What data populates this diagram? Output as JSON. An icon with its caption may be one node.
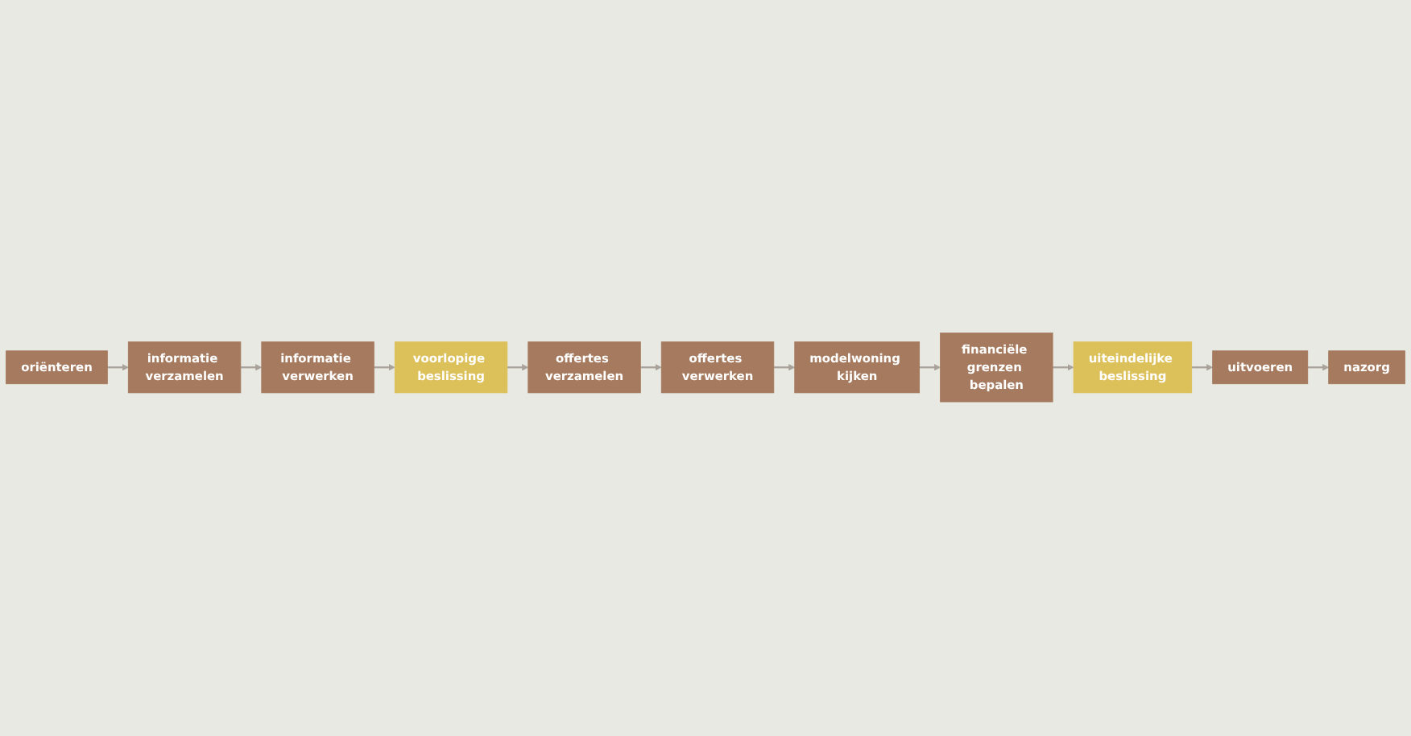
{
  "diagram": {
    "nodes": [
      {
        "text": [
          "oriënteren"
        ]
      },
      {
        "text": [
          "informatie verzamelen"
        ]
      },
      {
        "text": [
          "informatie verwerken"
        ]
      },
      {
        "text": [
          "voorlopige beslissing"
        ]
      },
      {
        "text": [
          "offertes verzamelen"
        ]
      },
      {
        "text": [
          "offertes verwerken"
        ]
      },
      {
        "text": [
          "modelwoning kijken"
        ]
      },
      {
        "text": [
          "financiële grenzen bepalen"
        ]
      },
      {
        "text": [
          "uiteindelijke beslissing"
        ]
      },
      {
        "text": [
          "uitvoeren"
        ]
      },
      {
        "text": [
          "nazorg"
        ]
      }
    ],
    "edges": [
      {
        "from": 0,
        "to": 1,
        "arrow": "to"
      },
      {
        "from": 1,
        "to": 2,
        "arrow": "to"
      },
      {
        "from": 2,
        "to": 3,
        "arrow": "to"
      },
      {
        "from": 3,
        "to": 4,
        "arrow": "to"
      },
      {
        "from": 4,
        "to": 5,
        "arrow": "to"
      },
      {
        "from": 5,
        "to": 6,
        "arrow": "to"
      },
      {
        "from": 6,
        "to": 7,
        "arrow": "to"
      },
      {
        "from": 7,
        "to": 8,
        "arrow": "to"
      },
      {
        "from": 8,
        "to": 9,
        "arrow": "to"
      },
      {
        "from": 9,
        "to": 10,
        "arrow": "to"
      }
    ]
  }
}
